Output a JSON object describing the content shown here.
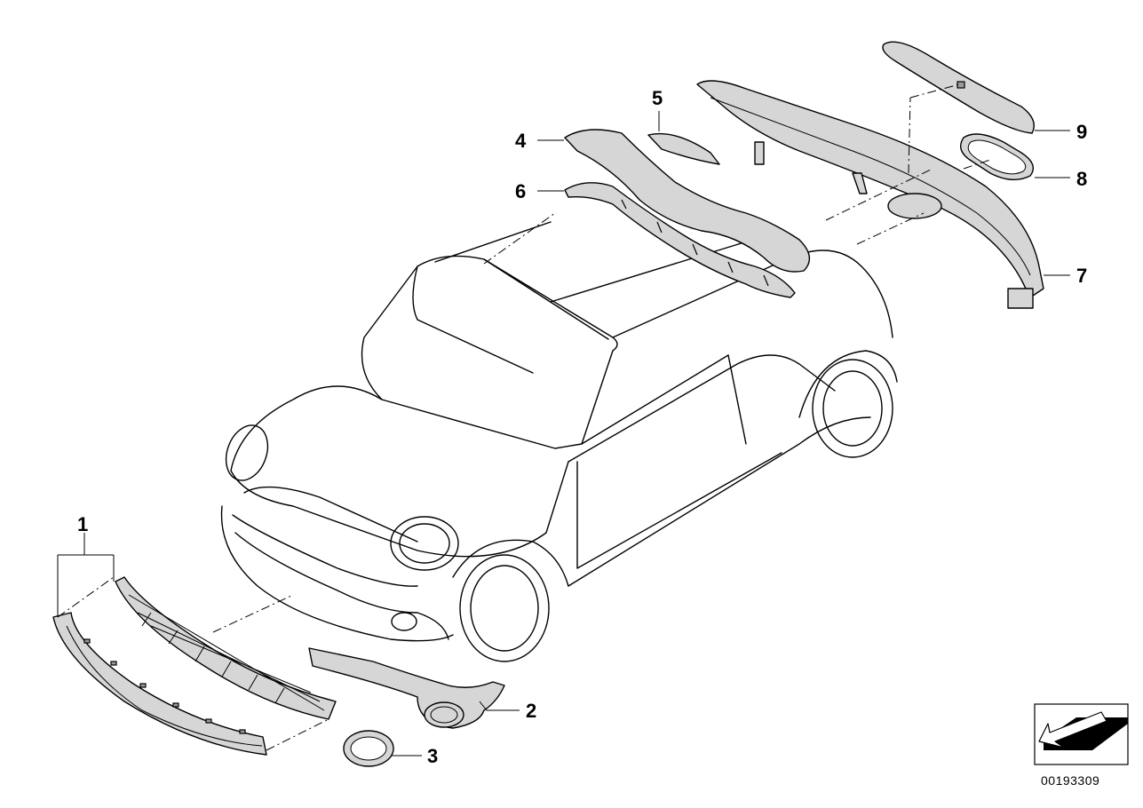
{
  "callouts": {
    "c1": "1",
    "c2": "2",
    "c3": "3",
    "c4": "4",
    "c5": "5",
    "c6": "6",
    "c7": "7",
    "c8": "8",
    "c9": "9"
  },
  "image_number": "00193309",
  "orientation_icon": "arrow-icon"
}
